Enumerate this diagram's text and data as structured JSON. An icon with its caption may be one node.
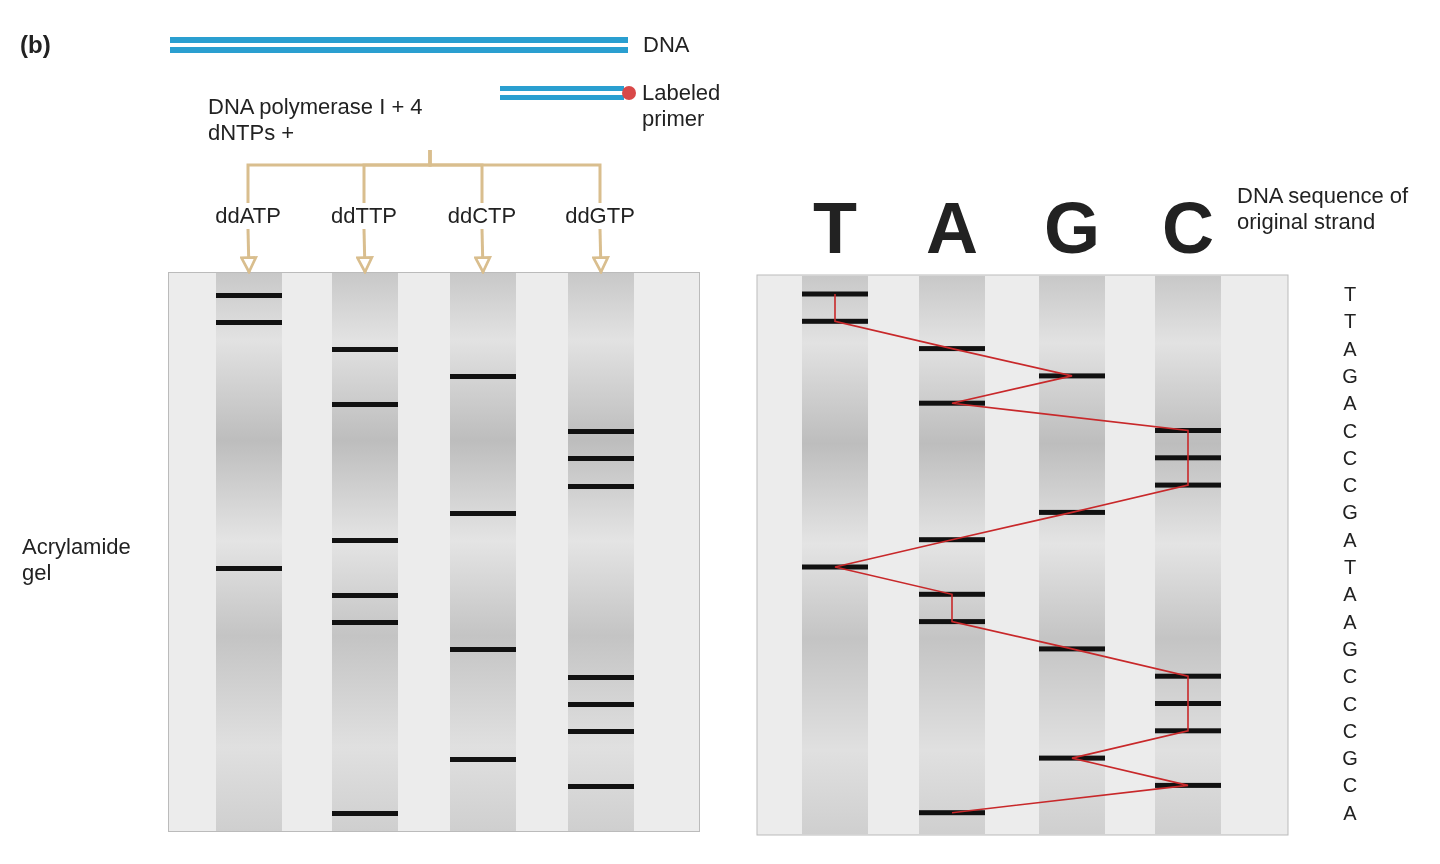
{
  "diagram": {
    "nodes": [
      {
        "text": [
          "DNA polymerase I + 4 dNTPs +"
        ]
      },
      {
        "text": [
          "ddATP"
        ]
      },
      {
        "text": [
          "ddTTP"
        ]
      },
      {
        "text": [
          "ddCTP"
        ]
      },
      {
        "text": [
          "ddGTP"
        ]
      },
      {
        "text": [],
        "shape": "box"
      },
      {
        "text": [],
        "shape": "bar",
        "in": 5
      },
      {
        "text": [],
        "shape": "bar",
        "in": 5
      },
      {
        "text": [],
        "shape": "bar",
        "in": 5
      },
      {
        "text": [],
        "shape": "bar",
        "in": 5
      }
    ],
    "edges": [
      {
        "from": 0,
        "to": 1,
        "arrow": "none"
      },
      {
        "from": 0,
        "to": 2,
        "arrow": "none"
      },
      {
        "from": 0,
        "to": 3,
        "arrow": "none"
      },
      {
        "from": 0,
        "to": 4,
        "arrow": "none"
      },
      {
        "from": 1,
        "to": 6,
        "arrow": "to"
      },
      {
        "from": 2,
        "to": 7,
        "arrow": "to"
      },
      {
        "from": 3,
        "to": 8,
        "arrow": "to"
      },
      {
        "from": 4,
        "to": 9,
        "arrow": "to"
      }
    ],
    "labels": [
      "(b)",
      "DNA",
      "Labeled primer",
      "Acrylamide gel",
      "T",
      "A",
      "G",
      "C",
      "DNA sequence of original strand",
      "T",
      "T",
      "A",
      "G",
      "A",
      "C",
      "C",
      "C",
      "G",
      "A",
      "T",
      "A",
      "A",
      "G",
      "C",
      "C",
      "C",
      "G",
      "C",
      "A"
    ]
  }
}
